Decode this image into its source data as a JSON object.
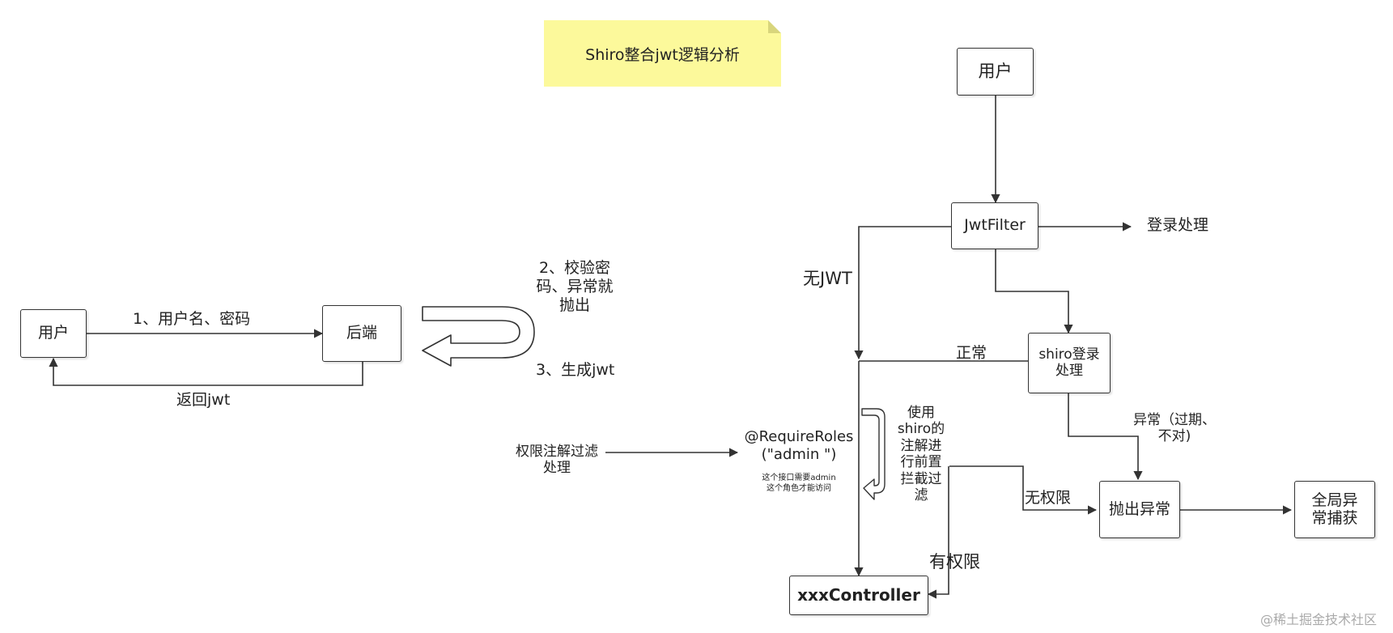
{
  "note": {
    "title": "Shiro整合jwt逻辑分析"
  },
  "left_flow": {
    "user_box": "用户",
    "backend_box": "后端",
    "step1_label": "1、用户名、密码",
    "step2_line1": "2、校验密",
    "step2_line2": "码、异常就",
    "step2_line3": "抛出",
    "step3_label": "3、生成jwt",
    "return_label": "返回jwt"
  },
  "right_flow": {
    "user_box": "用户",
    "jwtfilter_box": "JwtFilter",
    "login_label": "登录处理",
    "no_jwt_label": "无JWT",
    "shiro_login_line1": "shiro登录",
    "shiro_login_line2": "处理",
    "normal_label": "正常",
    "exception_line1": "异常（过期、",
    "exception_line2": "不对)",
    "throw_box": "抛出异常",
    "global_line1": "全局异",
    "global_line2": "常捕获",
    "perm_filter_line1": "权限注解过滤",
    "perm_filter_line2": "处理",
    "require_line1": "@RequireRoles",
    "require_line2": "(\"admin \")",
    "require_note_line1": "这个接口需要admin",
    "require_note_line2": "这个角色才能访问",
    "shiro_anno_line1": "使用",
    "shiro_anno_line2": "shiro的",
    "shiro_anno_line3": "注解进",
    "shiro_anno_line4": "行前置",
    "shiro_anno_line5": "拦截过",
    "shiro_anno_line6": "滤",
    "no_perm_label": "无权限",
    "has_perm_label": "有权限",
    "controller_box": "xxxController"
  },
  "watermark": "@稀土掘金技术社区"
}
